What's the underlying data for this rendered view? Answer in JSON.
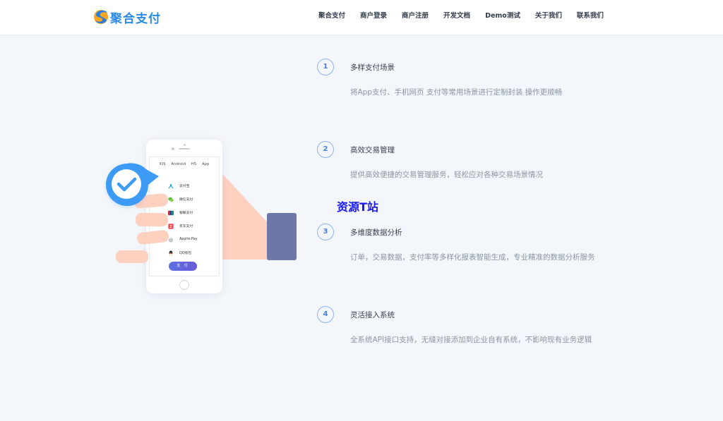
{
  "header": {
    "logo_text": "聚合支付",
    "nav": [
      "聚合支付",
      "商户登录",
      "商户注册",
      "开发文档",
      "Demo测试",
      "关于我们",
      "联系我们"
    ]
  },
  "illustration": {
    "platforms": [
      "IOS",
      "Android",
      "H5",
      "App"
    ],
    "pay_methods": [
      {
        "label": "支付宝",
        "icon": "alipay-icon",
        "color": "#1ea0e8"
      },
      {
        "label": "微信支付",
        "icon": "wechat-icon",
        "color": "#5bbf3a"
      },
      {
        "label": "银联支付",
        "icon": "unionpay-icon",
        "color": "#d8262d"
      },
      {
        "label": "京东支付",
        "icon": "jdpay-icon",
        "color": "#e8383d"
      },
      {
        "label": "Applre Pay",
        "icon": "apple-icon",
        "color": "#c5c8cc"
      },
      {
        "label": "QQ钱包",
        "icon": "qq-icon",
        "color": "#222222"
      }
    ],
    "pay_button": "支 付"
  },
  "features": [
    {
      "num": "1",
      "title": "多样支付场景",
      "desc": "将App支付、手机网页 支付等常用场景进行定制封装 操作更顺畅"
    },
    {
      "num": "2",
      "title": "高效交易管理",
      "desc": "提供高效便捷的交易管理服务，轻松应对各种交易场景情况"
    },
    {
      "num": "3",
      "title": "多维度数据分析",
      "desc": "订单，交易数据，支付率等多样化报表智能生成，专业精准的数据分析服务"
    },
    {
      "num": "4",
      "title": "灵活接入系统",
      "desc": "全系统API接口支持，无缝对接添加到企业自有系统，不影响现有业务逻辑"
    }
  ],
  "watermark": "资源T站",
  "colors": {
    "accent": "#2a8be6",
    "background": "#f3f6fa",
    "check_badge": "#3d9bf5",
    "skin": "#fdd0c0",
    "cuff": "#6b78a8",
    "pay_button": "#5c6fe0"
  }
}
